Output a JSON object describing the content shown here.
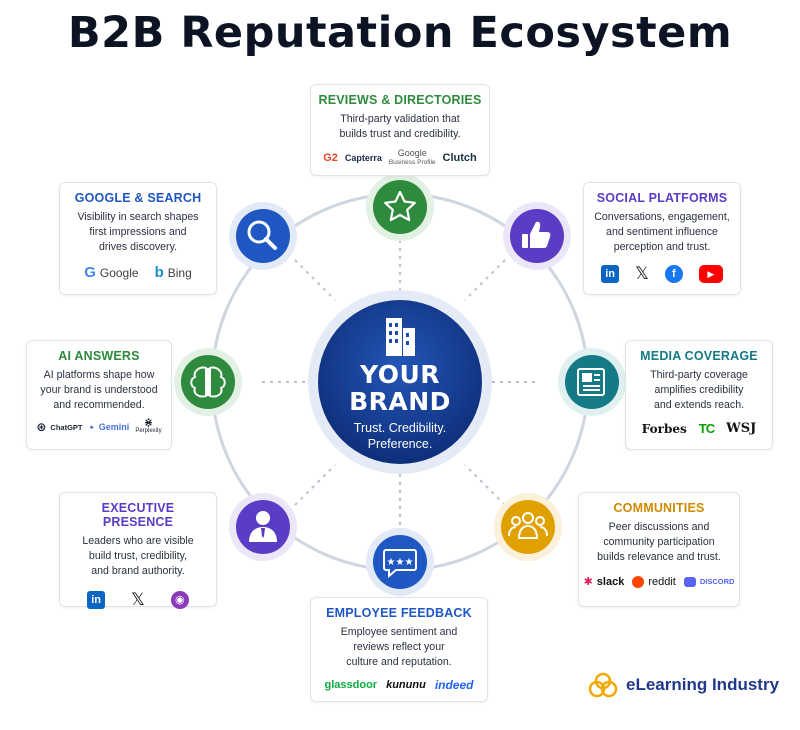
{
  "title": "B2B Reputation Ecosystem",
  "center": {
    "line1": "YOUR",
    "line2": "BRAND",
    "tagline1": "Trust. Credibility.",
    "tagline2": "Preference."
  },
  "cards": {
    "reviews": {
      "title": "REVIEWS & DIRECTORIES",
      "desc1": "Third-party validation that",
      "desc2": "builds trust and credibility.",
      "logos": [
        "G2",
        "Capterra",
        "Google",
        "Business Profile",
        "Clutch"
      ],
      "color": "#2e8b3d"
    },
    "google": {
      "title": "GOOGLE & SEARCH",
      "desc1": "Visibility in search shapes",
      "desc2": "first impressions and",
      "desc3": "drives discovery.",
      "logos": [
        "Google",
        "Bing"
      ],
      "color": "#1f57c3"
    },
    "social": {
      "title": "SOCIAL PLATFORMS",
      "desc1": "Conversations, engagement,",
      "desc2": "and sentiment influence",
      "desc3": "perception and trust.",
      "color": "#5b3cc4"
    },
    "ai": {
      "title": "AI ANSWERS",
      "desc1": "AI platforms shape how",
      "desc2": "your brand is understood",
      "desc3": "and recommended.",
      "logos": [
        "ChatGPT",
        "Gemini",
        "Perplexity"
      ],
      "color": "#2e8b3d"
    },
    "media": {
      "title": "MEDIA COVERAGE",
      "desc1": "Third-party coverage",
      "desc2": "amplifies credibility",
      "desc3": "and extends reach.",
      "logos": [
        "Forbes",
        "TC",
        "WSJ"
      ],
      "color": "#137a86"
    },
    "executive": {
      "title": "EXECUTIVE PRESENCE",
      "desc1": "Leaders who are visible",
      "desc2": "build trust, credibility,",
      "desc3": "and brand authority.",
      "color": "#5b3cc4"
    },
    "communities": {
      "title": "COMMUNITIES",
      "desc1": "Peer discussions and",
      "desc2": "community participation",
      "desc3": "builds relevance and trust.",
      "logos": [
        "slack",
        "reddit",
        "DISCORD"
      ],
      "color": "#d08a00"
    },
    "employee": {
      "title": "EMPLOYEE FEEDBACK",
      "desc1": "Employee sentiment and",
      "desc2": "reviews reflect your",
      "desc3": "culture and reputation.",
      "logos": [
        "glassdoor",
        "kununu",
        "indeed"
      ],
      "color": "#1f57c3"
    }
  },
  "footer_logo": "eLearning Industry"
}
